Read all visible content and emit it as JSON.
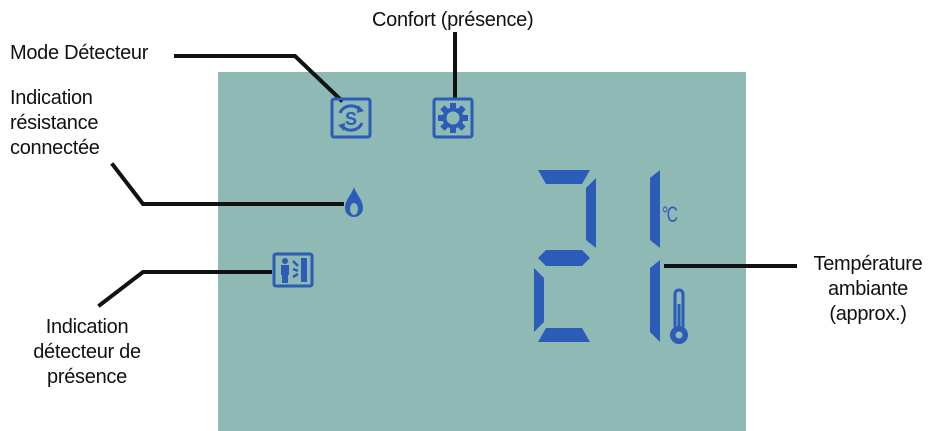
{
  "colors": {
    "lcd_background": "#8fb9b4",
    "lcd_segment": "#2a5cb8",
    "leader_line": "#111111"
  },
  "labels": {
    "confort": "Confort (présence)",
    "mode_detecteur": "Mode Détecteur",
    "resistance": [
      "Indication",
      "résistance",
      "connectée"
    ],
    "detecteur_presence": [
      "Indication",
      "détecteur de",
      "présence"
    ],
    "temperature": [
      "Température",
      "ambiante",
      "(approx.)"
    ]
  },
  "display": {
    "temperature_value": "21",
    "unit": "°C",
    "icons": [
      "detector-mode-s-icon",
      "comfort-sun-icon",
      "heating-drop-icon",
      "presence-detector-icon",
      "thermometer-icon"
    ]
  }
}
